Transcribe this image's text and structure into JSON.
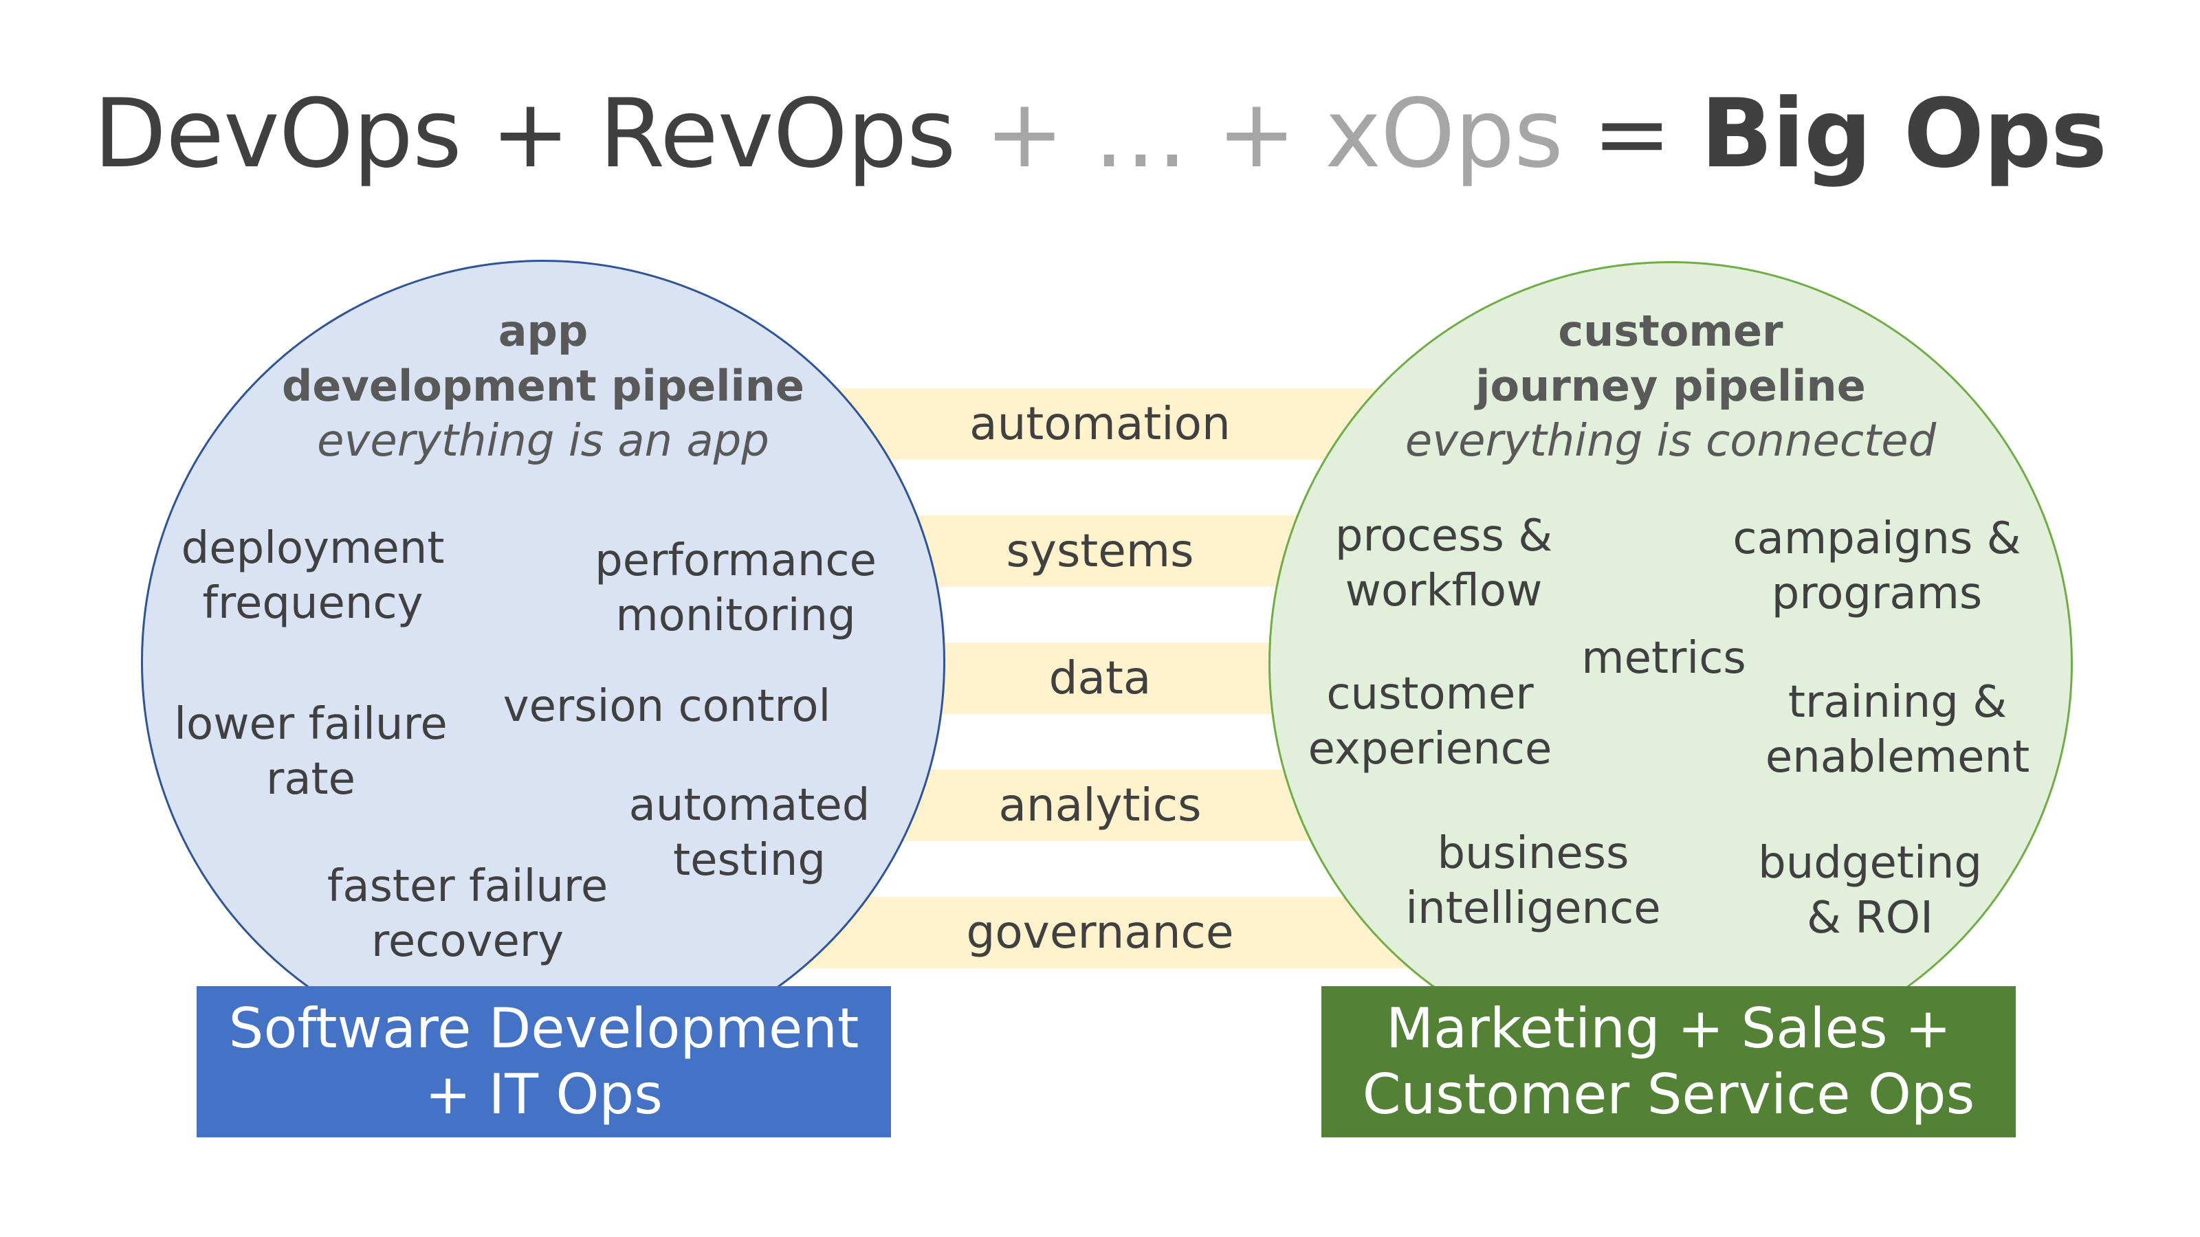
{
  "title": {
    "part1": "DevOps + RevOps",
    "part2": " + … + xOps",
    "part3": " = ",
    "part4": "Big Ops"
  },
  "bands": [
    "automation",
    "systems",
    "data",
    "analytics",
    "governance"
  ],
  "left_circle": {
    "heading_line1": "app",
    "heading_line2": "development pipeline",
    "tagline": "everything is an app",
    "items": [
      {
        "line1": "deployment",
        "line2": "frequency"
      },
      {
        "line1": "performance",
        "line2": "monitoring"
      },
      {
        "line1": "version control"
      },
      {
        "line1": "lower failure",
        "line2": "rate"
      },
      {
        "line1": "automated",
        "line2": "testing"
      },
      {
        "line1": "faster failure",
        "line2": "recovery"
      }
    ]
  },
  "right_circle": {
    "heading_line1": "customer",
    "heading_line2": "journey pipeline",
    "tagline": "everything is connected",
    "items": [
      {
        "line1": "process &",
        "line2": "workflow"
      },
      {
        "line1": "campaigns &",
        "line2": "programs"
      },
      {
        "line1": "metrics"
      },
      {
        "line1": "customer",
        "line2": "experience"
      },
      {
        "line1": "training &",
        "line2": "enablement"
      },
      {
        "line1": "business",
        "line2": "intelligence"
      },
      {
        "line1": "budgeting",
        "line2": "& ROI"
      }
    ]
  },
  "left_box": {
    "line1": "Software Development",
    "line2": "+ IT Ops"
  },
  "right_box": {
    "line1": "Marketing + Sales +",
    "line2": "Customer Service Ops"
  },
  "colors": {
    "left_fill": "#dae3f3",
    "left_border": "#2f5597",
    "right_fill": "#e2efda",
    "right_border": "#70ad47",
    "band": "#fff2cc",
    "left_box": "#4472c4",
    "right_box": "#538135"
  }
}
